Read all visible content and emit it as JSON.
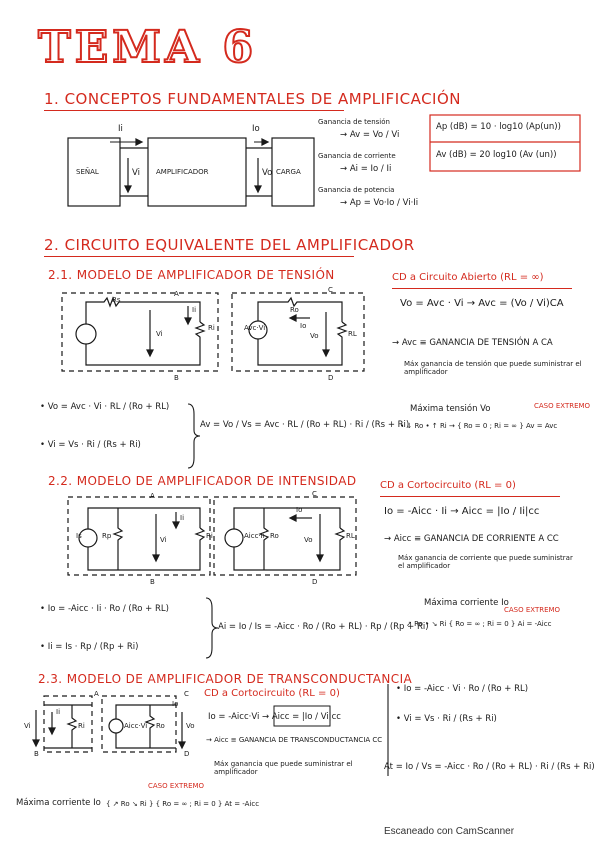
{
  "title": "TEMA 6",
  "section1": {
    "heading": "1. CONCEPTOS FUNDAMENTALES DE AMPLIFICACIÓN",
    "blocks": {
      "signal": "SEÑAL",
      "amp": "AMPLIFICADOR",
      "load": "CARGA"
    },
    "labels": {
      "ii": "Ii",
      "io": "Io",
      "vi": "Vi",
      "vo": "Vo"
    },
    "gains": [
      {
        "name": "Ganancia de tensión",
        "formula": "→ Av = Vo / Vi"
      },
      {
        "name": "Ganancia de corriente",
        "formula": "→ Ai = Io / Ii"
      },
      {
        "name": "Ganancia de potencia",
        "formula": "→ Ap = Vo·Io / Vi·Ii"
      }
    ],
    "db_formulas": [
      "Ap (dB) = 10 · log10 (Ap(un))",
      "Av (dB) = 20 log10 (Av (un))"
    ]
  },
  "section2": {
    "heading": "2. CIRCUITO EQUIVALENTE DEL AMPLIFICADOR",
    "sub21": {
      "heading": "2.1. MODELO DE AMPLIFICADOR DE TENSIÓN",
      "circuit_labels": {
        "rs": "Rs",
        "a": "A",
        "b": "B",
        "c": "C",
        "d": "D",
        "ii": "Ii",
        "vi": "Vi",
        "ri": "Ri",
        "avc": "Avc·Vi",
        "ro": "Ro",
        "io": "Io",
        "vo": "Vo",
        "rl": "RL"
      },
      "note_title": "CD a Circuito Abierto (RL = ∞)",
      "note_formula": "Vo = Avc · Vi → Avc = (Vo / Vi)CA",
      "note_def": "→ Avc ≡ GANANCIA DE TENSIÓN A CA",
      "note_desc": "Máx ganancia de tensión que puede suministrar el amplificador",
      "max_label": "Máxima tensión  Vo",
      "max_case": "CASO EXTREMO",
      "max_line": "• ↓ Ro    • ↑ Ri → { Ro = 0 ; Ri = ∞ }  Av = Avc",
      "eq_vo": "• Vo = Avc · Vi · RL / (Ro + RL)",
      "eq_vi": "• Vi = Vs · Ri / (Rs + Ri)",
      "eq_av": "Av = Vo / Vs = Avc · RL / (Ro + RL) · Ri / (Rs + Ri)"
    },
    "sub22": {
      "heading": "2.2. MODELO DE AMPLIFICADOR DE INTENSIDAD",
      "circuit_labels": {
        "a": "A",
        "b": "B",
        "c": "C",
        "d": "D",
        "is": "Is",
        "rp": "Rp",
        "ii": "Ii",
        "vi": "Vi",
        "ri": "Ri",
        "aicc": "Aicc·Ii",
        "ro": "Ro",
        "io": "Io",
        "vo": "Vo",
        "rl": "RL"
      },
      "note_title": "CD a Cortocircuito (RL = 0)",
      "note_formula": "Io = -Aicc · Ii → Aicc = |Io / Ii|cc",
      "note_def": "→ Aicc ≡ GANANCIA DE CORRIENTE A CC",
      "note_desc": "Máx ganancia de corriente que puede suministrar el amplificador",
      "max_label": "Máxima corriente Io",
      "max_case": "CASO EXTREMO",
      "max_line": "↗ Ro  • ↘ Ri  { Ro = ∞ ; Ri = 0 }  Ai = -Aicc",
      "eq_io": "• Io = -Aicc · Ii · Ro / (Ro + RL)",
      "eq_ii": "• Ii = Is · Rp / (Rp + Ri)",
      "eq_ai": "Ai = Io / Is = -Aicc · Ro / (Ro + RL) · Rp / (Rp + Ri)"
    },
    "sub23": {
      "heading": "2.3. MODELO DE AMPLIFICADOR DE TRANSCONDUCTANCIA",
      "circuit_labels": {
        "a": "A",
        "b": "B",
        "c": "C",
        "d": "D",
        "vi": "Vi",
        "ii": "Ii",
        "ri": "Ri",
        "aicc": "Aicc·Vi",
        "ro": "Ro",
        "vo": "Vo",
        "io": "Io"
      },
      "note_title": "CD a Cortocircuito (RL = 0)",
      "note_formula": "Io = -Aicc·Vi → Aicc = |Io / Vi|cc",
      "note_def": "→ Aicc ≡ GANANCIA DE TRANSCONDUCTANCIA CC",
      "note_desc": "Máx ganancia que puede suministrar el amplificador",
      "eq_io": "• Io = -Aicc · Vi · Ro / (Ro + RL)",
      "eq_vi": "• Vi = Vs · Ri / (Rs + Ri)",
      "eq_at": "At = Io / Vs = -Aicc · Ro / (Ro + RL) · Ri / (Rs + Ri)",
      "max_label": "Máxima corriente Io",
      "max_case": "CASO EXTREMO",
      "max_line": "{ ↗ Ro  ↘ Ri }  { Ro = ∞ ; Ri = 0 }  At = -Aicc"
    }
  },
  "footer": "Escaneado con CamScanner",
  "colors": {
    "ink": "#1a1a1a",
    "red": "#d42a1e"
  }
}
